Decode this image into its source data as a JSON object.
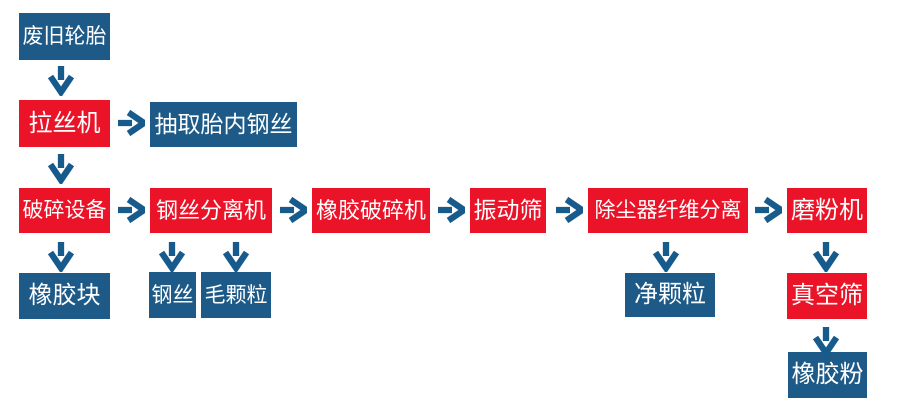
{
  "diagram_type": "flowchart",
  "colors": {
    "process_box": "#ea1328",
    "material_box": "#1d5a88",
    "arrow": "#175a8c",
    "text": "#ffffff",
    "background": "#ffffff"
  },
  "legend_semantics": {
    "red_box": "process / machine step",
    "blue_box": "material / output"
  },
  "nodes": [
    {
      "id": "waste-tires",
      "label": "废旧轮胎",
      "type": "material"
    },
    {
      "id": "wire-drawing-machine",
      "label": "拉丝机",
      "type": "process"
    },
    {
      "id": "extract-tire-steel-wire",
      "label": "抽取胎内钢丝",
      "type": "material"
    },
    {
      "id": "crushing-equipment",
      "label": "破碎设备",
      "type": "process"
    },
    {
      "id": "steel-wire-separator",
      "label": "钢丝分离机",
      "type": "process"
    },
    {
      "id": "rubber-crusher",
      "label": "橡胶破碎机",
      "type": "process"
    },
    {
      "id": "vibrating-screen",
      "label": "振动筛",
      "type": "process"
    },
    {
      "id": "dust-collector-fiber-separation",
      "label": "除尘器纤维分离",
      "type": "process"
    },
    {
      "id": "grinding-machine",
      "label": "磨粉机",
      "type": "process"
    },
    {
      "id": "rubber-blocks",
      "label": "橡胶块",
      "type": "material"
    },
    {
      "id": "steel-wire",
      "label": "钢丝",
      "type": "material"
    },
    {
      "id": "rough-granules",
      "label": "毛颗粒",
      "type": "material"
    },
    {
      "id": "clean-granules",
      "label": "净颗粒",
      "type": "material"
    },
    {
      "id": "vacuum-screen",
      "label": "真空筛",
      "type": "process"
    },
    {
      "id": "rubber-powder",
      "label": "橡胶粉",
      "type": "material"
    }
  ],
  "edges": [
    {
      "from": "waste-tires",
      "to": "wire-drawing-machine",
      "direction": "down"
    },
    {
      "from": "wire-drawing-machine",
      "to": "extract-tire-steel-wire",
      "direction": "right"
    },
    {
      "from": "wire-drawing-machine",
      "to": "crushing-equipment",
      "direction": "down"
    },
    {
      "from": "crushing-equipment",
      "to": "steel-wire-separator",
      "direction": "right"
    },
    {
      "from": "crushing-equipment",
      "to": "rubber-blocks",
      "direction": "down"
    },
    {
      "from": "steel-wire-separator",
      "to": "rubber-crusher",
      "direction": "right"
    },
    {
      "from": "steel-wire-separator",
      "to": "steel-wire",
      "direction": "down"
    },
    {
      "from": "steel-wire-separator",
      "to": "rough-granules",
      "direction": "down"
    },
    {
      "from": "rubber-crusher",
      "to": "vibrating-screen",
      "direction": "right"
    },
    {
      "from": "vibrating-screen",
      "to": "dust-collector-fiber-separation",
      "direction": "right"
    },
    {
      "from": "dust-collector-fiber-separation",
      "to": "clean-granules",
      "direction": "down"
    },
    {
      "from": "dust-collector-fiber-separation",
      "to": "grinding-machine",
      "direction": "right"
    },
    {
      "from": "grinding-machine",
      "to": "vacuum-screen",
      "direction": "down"
    },
    {
      "from": "vacuum-screen",
      "to": "rubber-powder",
      "direction": "down"
    }
  ]
}
